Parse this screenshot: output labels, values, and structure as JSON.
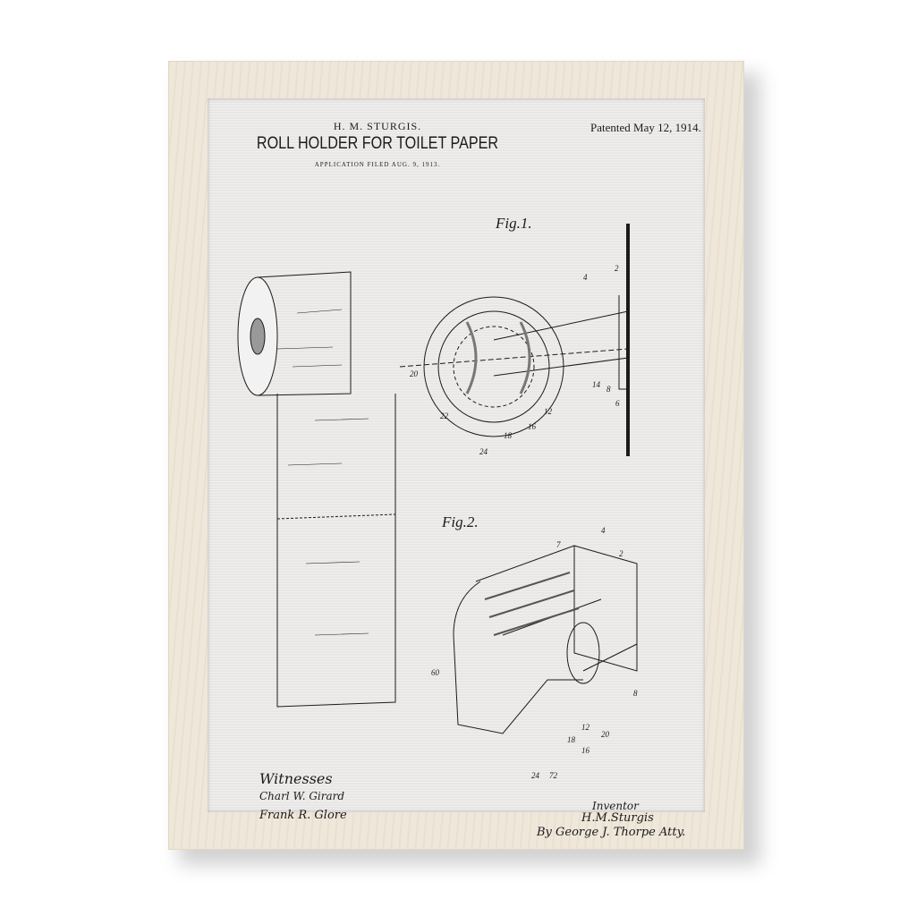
{
  "patent": {
    "inventor_header": "H. M. STURGIS.",
    "title": "ROLL HOLDER FOR TOILET PAPER",
    "application": "APPLICATION FILED AUG. 9, 1913.",
    "patented": "Patented May 12, 1914.",
    "fig1_label": "Fig.1.",
    "fig2_label": "Fig.2.",
    "fig1_refs": [
      "2",
      "4",
      "20",
      "22",
      "12",
      "16",
      "18",
      "24",
      "6",
      "8",
      "14"
    ],
    "fig2_refs": [
      "4",
      "2",
      "7",
      "60",
      "8",
      "12",
      "20",
      "18",
      "16",
      "24",
      "72"
    ],
    "witnesses_label": "Witnesses",
    "witness_1": "Charl W. Girard",
    "witness_2": "Frank R. Glore",
    "inventor_label": "Inventor",
    "inventor_signature": "H.M.Sturgis",
    "attorney": "By George J. Thorpe Atty."
  }
}
